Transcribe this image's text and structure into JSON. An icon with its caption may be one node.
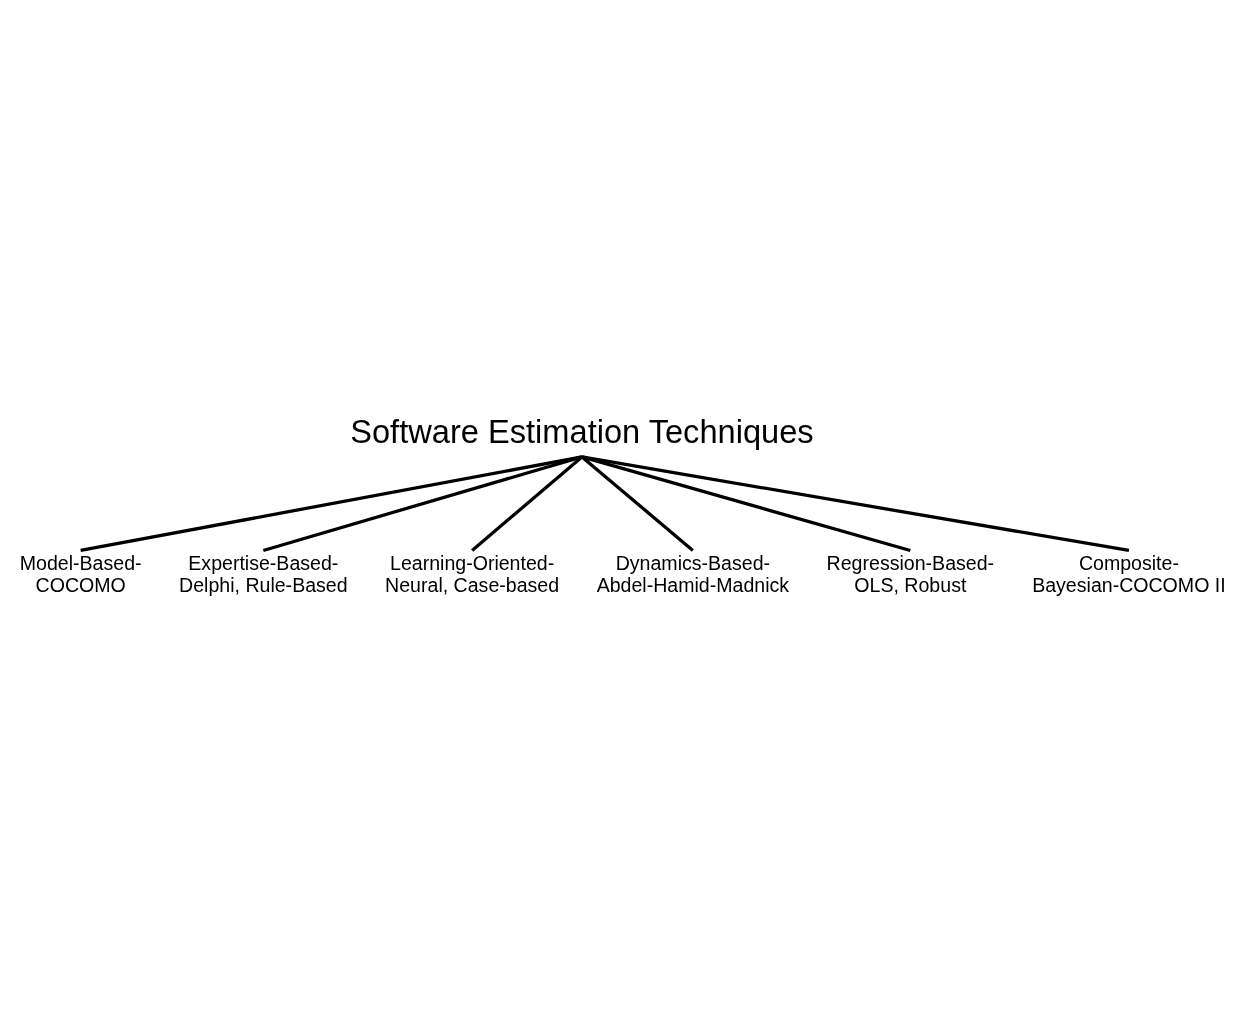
{
  "diagram": {
    "nodes": [
      {
        "text": [
          "Software Estimation Techniques"
        ]
      },
      {
        "text": [
          "Model-Based- COCOMO"
        ]
      },
      {
        "text": [
          "Learning-Oriented- Neural, Case-based"
        ]
      },
      {
        "text": [
          "Regression-Based- OLS, Robust"
        ]
      },
      {
        "text": [
          "Expertise-Based- Delphi, Rule-Based"
        ]
      },
      {
        "text": [
          "Dynamics-Based- Abdel-Hamid-Madnick"
        ]
      },
      {
        "text": [
          "Composite- Bayesian-COCOMO II"
        ]
      }
    ],
    "edges": [
      {
        "from": 0,
        "to": 1,
        "arrow": "none"
      },
      {
        "from": 0,
        "to": 4,
        "arrow": "none"
      },
      {
        "from": 0,
        "to": 2,
        "arrow": "none"
      },
      {
        "from": 0,
        "to": 5,
        "arrow": "none"
      },
      {
        "from": 0,
        "to": 3,
        "arrow": "none"
      },
      {
        "from": 0,
        "to": 6,
        "arrow": "none"
      }
    ]
  }
}
